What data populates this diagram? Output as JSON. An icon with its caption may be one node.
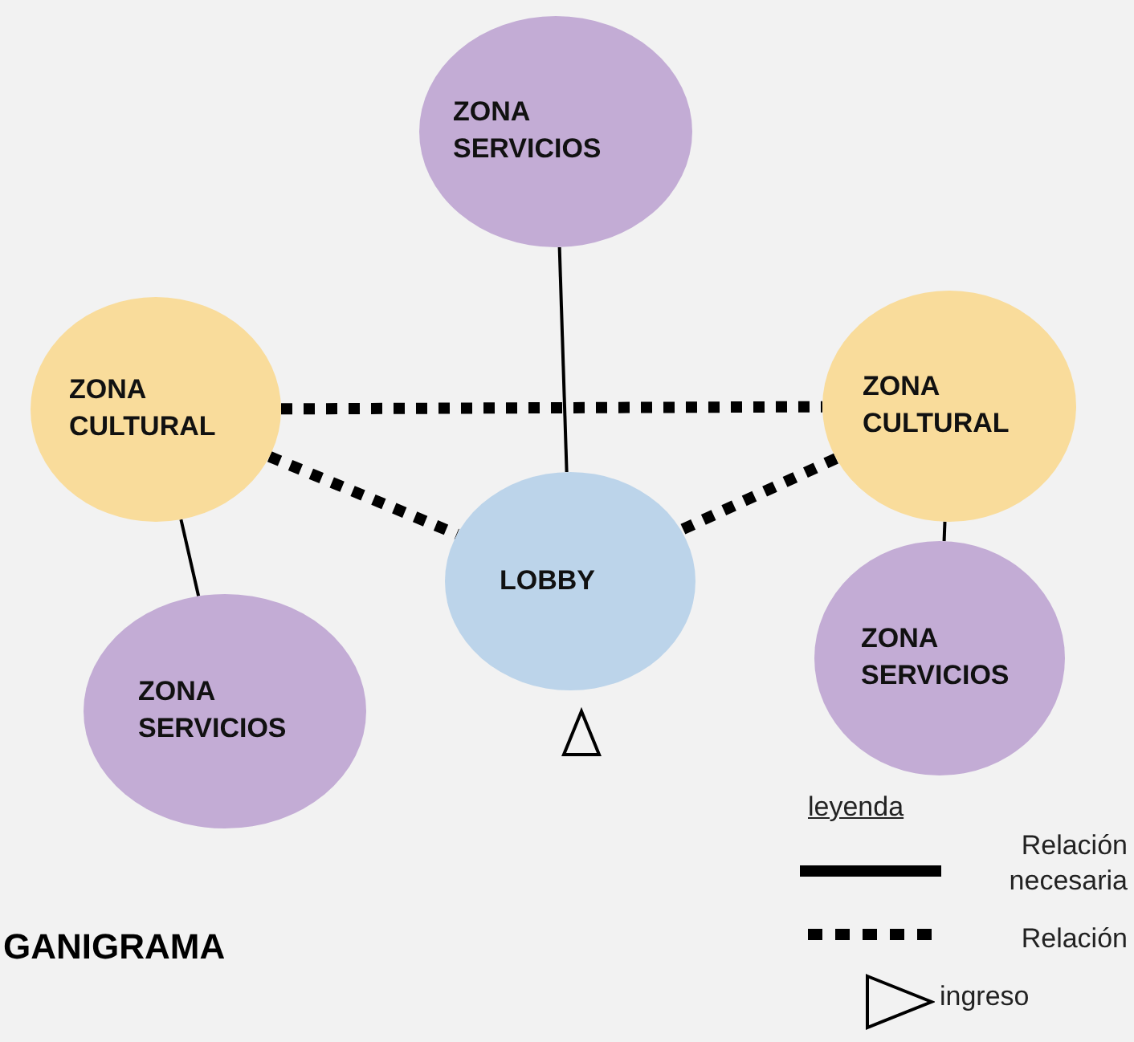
{
  "diagram": {
    "nodes": [
      {
        "text": [
          "ZONA SERVICIOS"
        ]
      },
      {
        "text": [
          "ZONA CULTURAL"
        ]
      },
      {
        "text": [
          "ZONA CULTURAL"
        ]
      },
      {
        "text": [
          "LOBBY"
        ]
      },
      {
        "text": [
          "ZONA SERVICIOS"
        ]
      },
      {
        "text": [
          "ZONA SERVICIOS"
        ]
      }
    ],
    "edges": [
      {
        "from": 0,
        "to": 3,
        "arrow": "none"
      },
      {
        "from": 1,
        "to": 2,
        "arrow": "none",
        "style": "dashed"
      },
      {
        "from": 1,
        "to": 3,
        "arrow": "none",
        "style": "dashed"
      },
      {
        "from": 2,
        "to": 3,
        "arrow": "none",
        "style": "dashed"
      },
      {
        "from": 1,
        "to": 4,
        "arrow": "none"
      },
      {
        "from": 2,
        "to": 5,
        "arrow": "none"
      }
    ],
    "labels": [
      "GANIGRAMA",
      "leyenda"
    ],
    "legend": [
      {
        "text": "Relación necesaria"
      },
      {
        "text": "Relación"
      },
      {
        "text": "ingreso"
      }
    ]
  }
}
